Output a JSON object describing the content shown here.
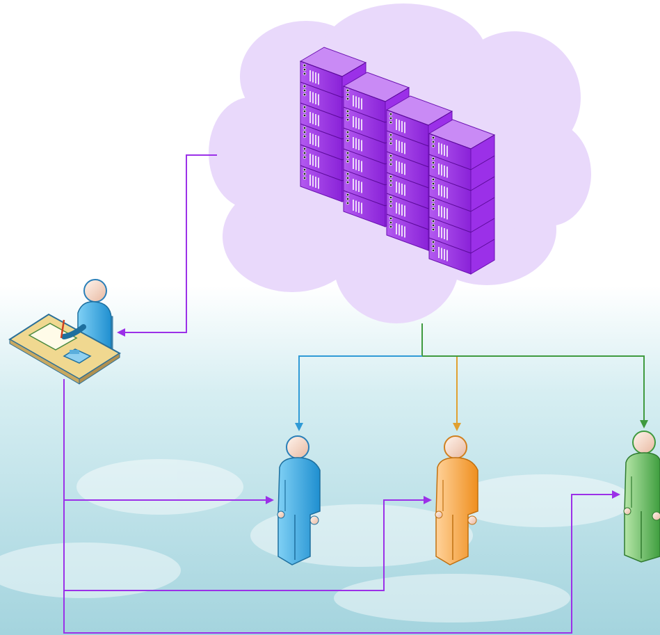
{
  "diagram": {
    "nodes": [
      {
        "id": "data-center",
        "kind": "server-rack-cluster",
        "icon": "server-rack-icon",
        "container": "cloud"
      },
      {
        "id": "administrator",
        "kind": "person-at-desk",
        "icon": "person-at-desk-icon"
      },
      {
        "id": "user-blue",
        "kind": "person",
        "icon": "person-icon",
        "color": "#2ea0e0"
      },
      {
        "id": "user-orange",
        "kind": "person",
        "icon": "person-icon",
        "color": "#f5a03a"
      },
      {
        "id": "user-green",
        "kind": "person",
        "icon": "person-icon",
        "color": "#5cb85c"
      }
    ],
    "edges": [
      {
        "from": "data-center",
        "to": "administrator",
        "color": "#9b30e8"
      },
      {
        "from": "data-center",
        "to": "user-blue",
        "color": "#2f9ad6"
      },
      {
        "from": "data-center",
        "to": "user-orange",
        "color": "#e0a030"
      },
      {
        "from": "data-center",
        "to": "user-green",
        "color": "#3f9a3f"
      },
      {
        "from": "administrator",
        "to": "user-blue",
        "color": "#9b30e8"
      },
      {
        "from": "administrator",
        "to": "user-orange",
        "color": "#9b30e8"
      },
      {
        "from": "administrator",
        "to": "user-green",
        "color": "#9b30e8"
      }
    ]
  },
  "colors": {
    "cloud_fill": "#e9d9fb",
    "server_purple": "#9b30e8",
    "sky_top": "#ffffff",
    "sky_bottom": "#a8d8e0"
  }
}
